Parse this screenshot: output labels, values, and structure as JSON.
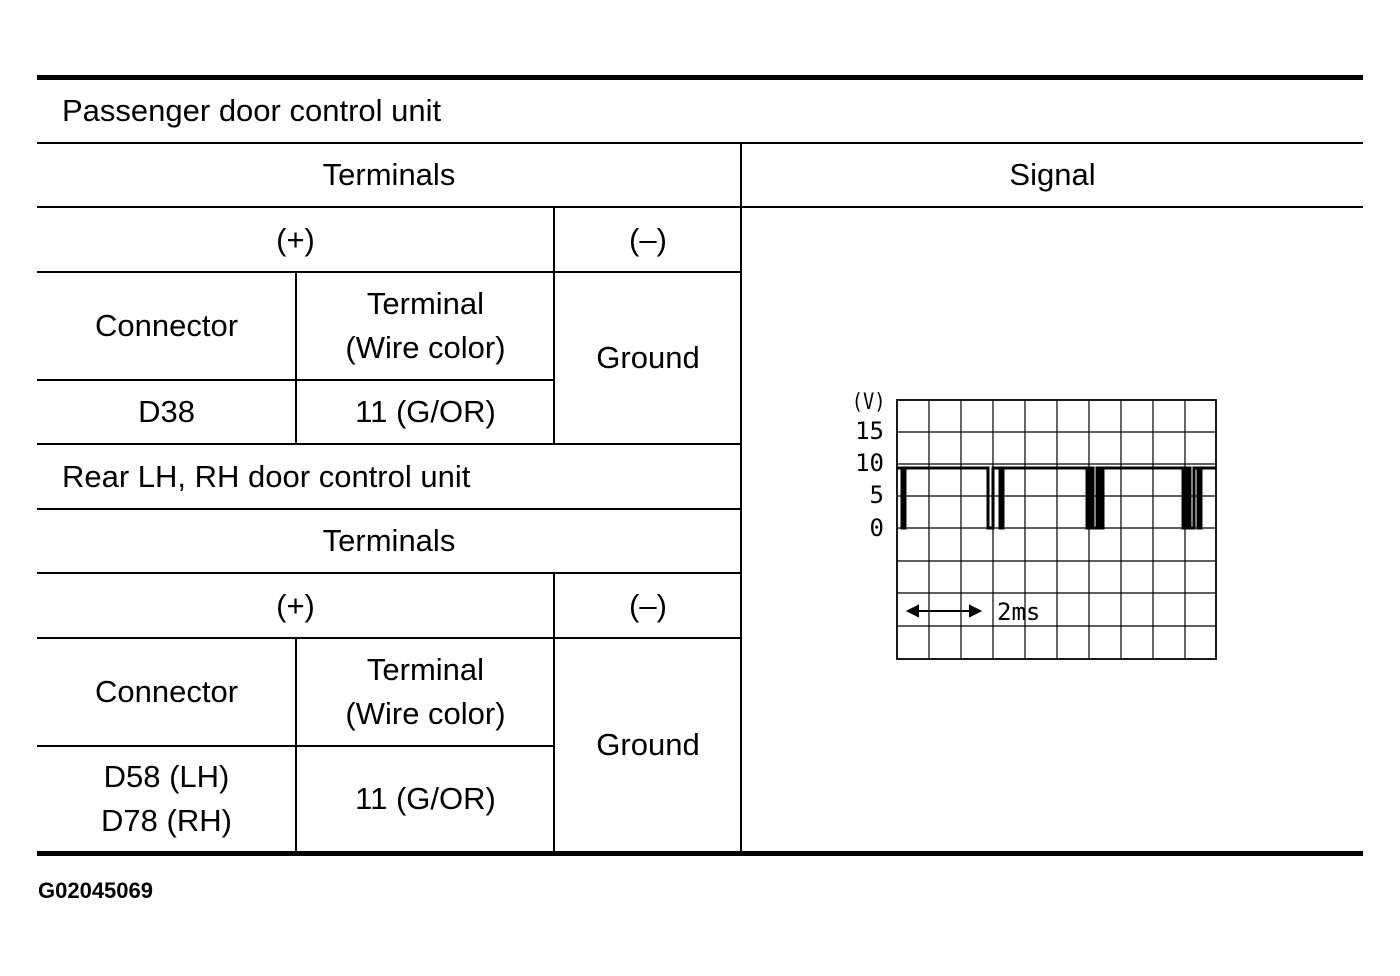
{
  "sections": [
    {
      "title": "Passenger door control unit",
      "terminals_label": "Terminals",
      "plus_label": "(+)",
      "minus_label": "(–)",
      "connector_header": "Connector",
      "terminal_header_line1": "Terminal",
      "terminal_header_line2": "(Wire color)",
      "ground_label": "Ground",
      "connector_line1": "D38",
      "connector_line2": "",
      "terminal_value": "11 (G/OR)"
    },
    {
      "title": "Rear LH, RH door control unit",
      "terminals_label": "Terminals",
      "plus_label": "(+)",
      "minus_label": "(–)",
      "connector_header": "Connector",
      "terminal_header_line1": "Terminal",
      "terminal_header_line2": "(Wire color)",
      "ground_label": "Ground",
      "connector_line1": "D58 (LH)",
      "connector_line2": "D78 (RH)",
      "terminal_value": "11 (G/OR)"
    }
  ],
  "signal_header": "Signal",
  "oscilloscope": {
    "unit_label": "(V)",
    "y_ticks": [
      "15",
      "10",
      "5",
      "0"
    ],
    "time_label": "2ms",
    "high_level_v": 10,
    "low_level_v": 0
  },
  "figure_code": "G02045069"
}
